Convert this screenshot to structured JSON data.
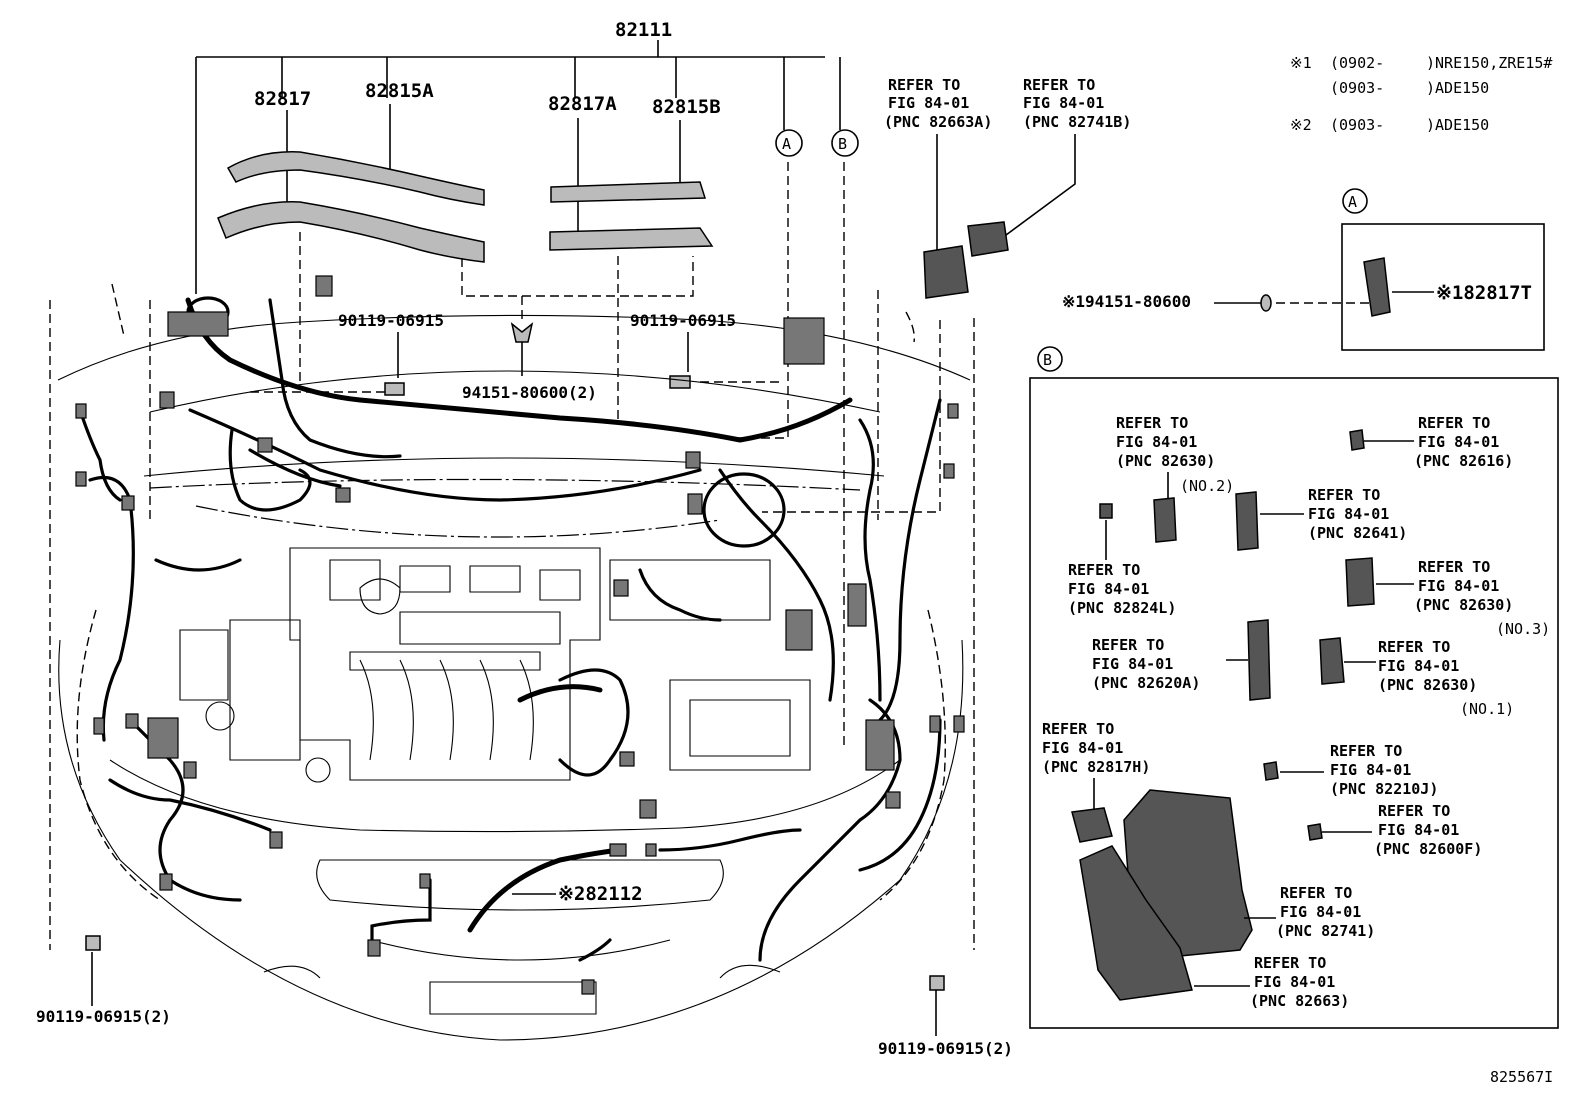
{
  "top_label": "82111",
  "parts": {
    "p82817": "82817",
    "p82815A": "82815A",
    "p82817A": "82817A",
    "p82815B": "82815B",
    "bolt_left_upper": "90119-06915",
    "bolt_right_upper": "90119-06915",
    "clip_center": "94151-80600(2)",
    "bolt_lower_left": "90119-06915(2)",
    "bolt_lower_right": "90119-06915(2)",
    "harness_82112": "※282112"
  },
  "circle_refs": {
    "A": "A",
    "B": "B"
  },
  "top_refers": [
    {
      "l1": "REFER TO",
      "l2": "FIG 84-01",
      "l3": "(PNC 82663A)"
    },
    {
      "l1": "REFER TO",
      "l2": "FIG 84-01",
      "l3": "(PNC 82741B)"
    }
  ],
  "notes": {
    "n1_mark": "※1",
    "n1_a_date": "(0902-",
    "n1_a_model": ")NRE150,ZRE15#",
    "n1_b_date": "(0903-",
    "n1_b_model": ")ADE150",
    "n2_mark": "※2",
    "n2_date": "(0903-",
    "n2_model": ")ADE150"
  },
  "inset_a": {
    "circle": "A",
    "clip": "※194151-80600",
    "part": "※182817T"
  },
  "inset_b": {
    "circle": "B",
    "refers": [
      {
        "id": "r82630no2",
        "l1": "REFER TO",
        "l2": "FIG 84-01",
        "l3": "(PNC 82630)",
        "sub": "(NO.2)"
      },
      {
        "id": "r82616",
        "l1": "REFER TO",
        "l2": "FIG 84-01",
        "l3": "(PNC 82616)",
        "sub": ""
      },
      {
        "id": "r82641",
        "l1": "REFER TO",
        "l2": "FIG 84-01",
        "l3": "(PNC 82641)",
        "sub": ""
      },
      {
        "id": "r82824L",
        "l1": "REFER TO",
        "l2": "FIG 84-01",
        "l3": "(PNC 82824L)",
        "sub": ""
      },
      {
        "id": "r82630no3",
        "l1": "REFER TO",
        "l2": "FIG 84-01",
        "l3": "(PNC 82630)",
        "sub": "(NO.3)"
      },
      {
        "id": "r82620A",
        "l1": "REFER TO",
        "l2": "FIG 84-01",
        "l3": "(PNC 82620A)",
        "sub": ""
      },
      {
        "id": "r82630no1",
        "l1": "REFER TO",
        "l2": "FIG 84-01",
        "l3": "(PNC 82630)",
        "sub": "(NO.1)"
      },
      {
        "id": "r82817H",
        "l1": "REFER TO",
        "l2": "FIG 84-01",
        "l3": "(PNC 82817H)",
        "sub": ""
      },
      {
        "id": "r82210J",
        "l1": "REFER TO",
        "l2": "FIG 84-01",
        "l3": "(PNC 82210J)",
        "sub": ""
      },
      {
        "id": "r82600F",
        "l1": "REFER TO",
        "l2": "FIG 84-01",
        "l3": "(PNC 82600F)",
        "sub": ""
      },
      {
        "id": "r82741",
        "l1": "REFER TO",
        "l2": "FIG 84-01",
        "l3": "(PNC 82741)",
        "sub": ""
      },
      {
        "id": "r82663",
        "l1": "REFER TO",
        "l2": "FIG 84-01",
        "l3": "(PNC 82663)",
        "sub": ""
      }
    ]
  },
  "figure_id": "825567I"
}
